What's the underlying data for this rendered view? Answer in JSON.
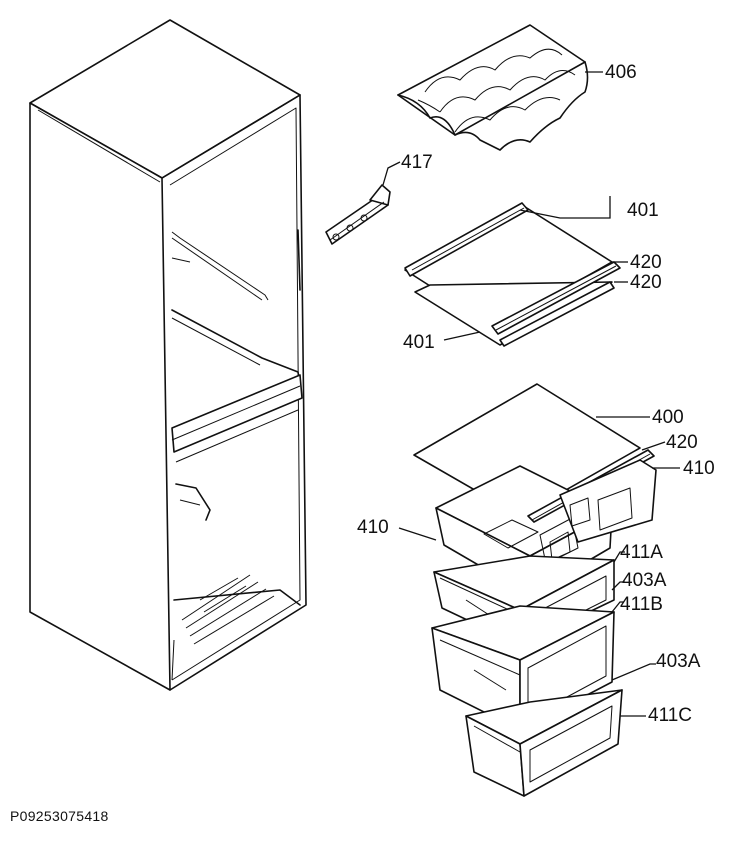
{
  "labels": {
    "l406": "406",
    "l417": "417",
    "l401a": "401",
    "l420a": "420",
    "l420b": "420",
    "l401b": "401",
    "l400": "400",
    "l420c": "420",
    "l410a": "410",
    "l410b": "410",
    "l411A": "411A",
    "l403Aa": "403A",
    "l411B": "411B",
    "l403Ab": "403A",
    "l411C": "411C"
  },
  "reference_code": "P09253075418"
}
